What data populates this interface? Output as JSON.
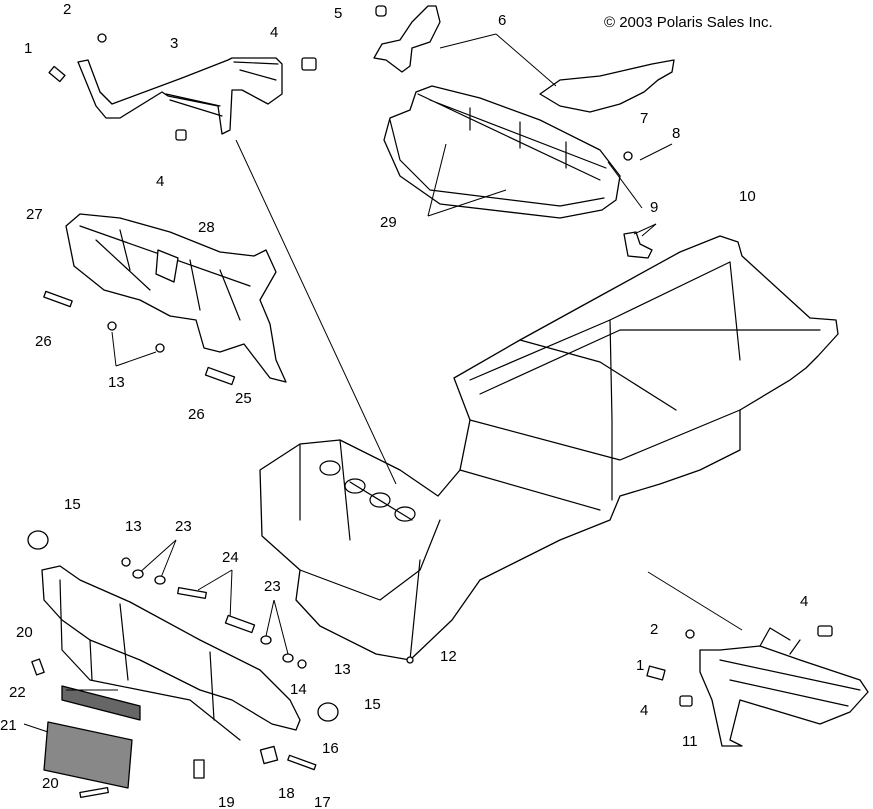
{
  "copyright": "© 2003 Polaris Sales Inc.",
  "callouts": [
    {
      "id": "1a",
      "text": "1"
    },
    {
      "id": "2a",
      "text": "2"
    },
    {
      "id": "3",
      "text": "3"
    },
    {
      "id": "4a",
      "text": "4"
    },
    {
      "id": "4b",
      "text": "4"
    },
    {
      "id": "5",
      "text": "5"
    },
    {
      "id": "6",
      "text": "6"
    },
    {
      "id": "7",
      "text": "7"
    },
    {
      "id": "8",
      "text": "8"
    },
    {
      "id": "9",
      "text": "9"
    },
    {
      "id": "10",
      "text": "10"
    },
    {
      "id": "27",
      "text": "27"
    },
    {
      "id": "28",
      "text": "28"
    },
    {
      "id": "29",
      "text": "29"
    },
    {
      "id": "26a",
      "text": "26"
    },
    {
      "id": "13a",
      "text": "13"
    },
    {
      "id": "26b",
      "text": "26"
    },
    {
      "id": "25",
      "text": "25"
    },
    {
      "id": "15a",
      "text": "15"
    },
    {
      "id": "13b",
      "text": "13"
    },
    {
      "id": "23a",
      "text": "23"
    },
    {
      "id": "24",
      "text": "24"
    },
    {
      "id": "23b",
      "text": "23"
    },
    {
      "id": "13c",
      "text": "13"
    },
    {
      "id": "12",
      "text": "12"
    },
    {
      "id": "20a",
      "text": "20"
    },
    {
      "id": "22",
      "text": "22"
    },
    {
      "id": "21",
      "text": "21"
    },
    {
      "id": "14",
      "text": "14"
    },
    {
      "id": "15b",
      "text": "15"
    },
    {
      "id": "16",
      "text": "16"
    },
    {
      "id": "20b",
      "text": "20"
    },
    {
      "id": "19",
      "text": "19"
    },
    {
      "id": "18",
      "text": "18"
    },
    {
      "id": "17",
      "text": "17"
    },
    {
      "id": "4c",
      "text": "4"
    },
    {
      "id": "2b",
      "text": "2"
    },
    {
      "id": "1b",
      "text": "1"
    },
    {
      "id": "4d",
      "text": "4"
    },
    {
      "id": "11",
      "text": "11"
    }
  ]
}
